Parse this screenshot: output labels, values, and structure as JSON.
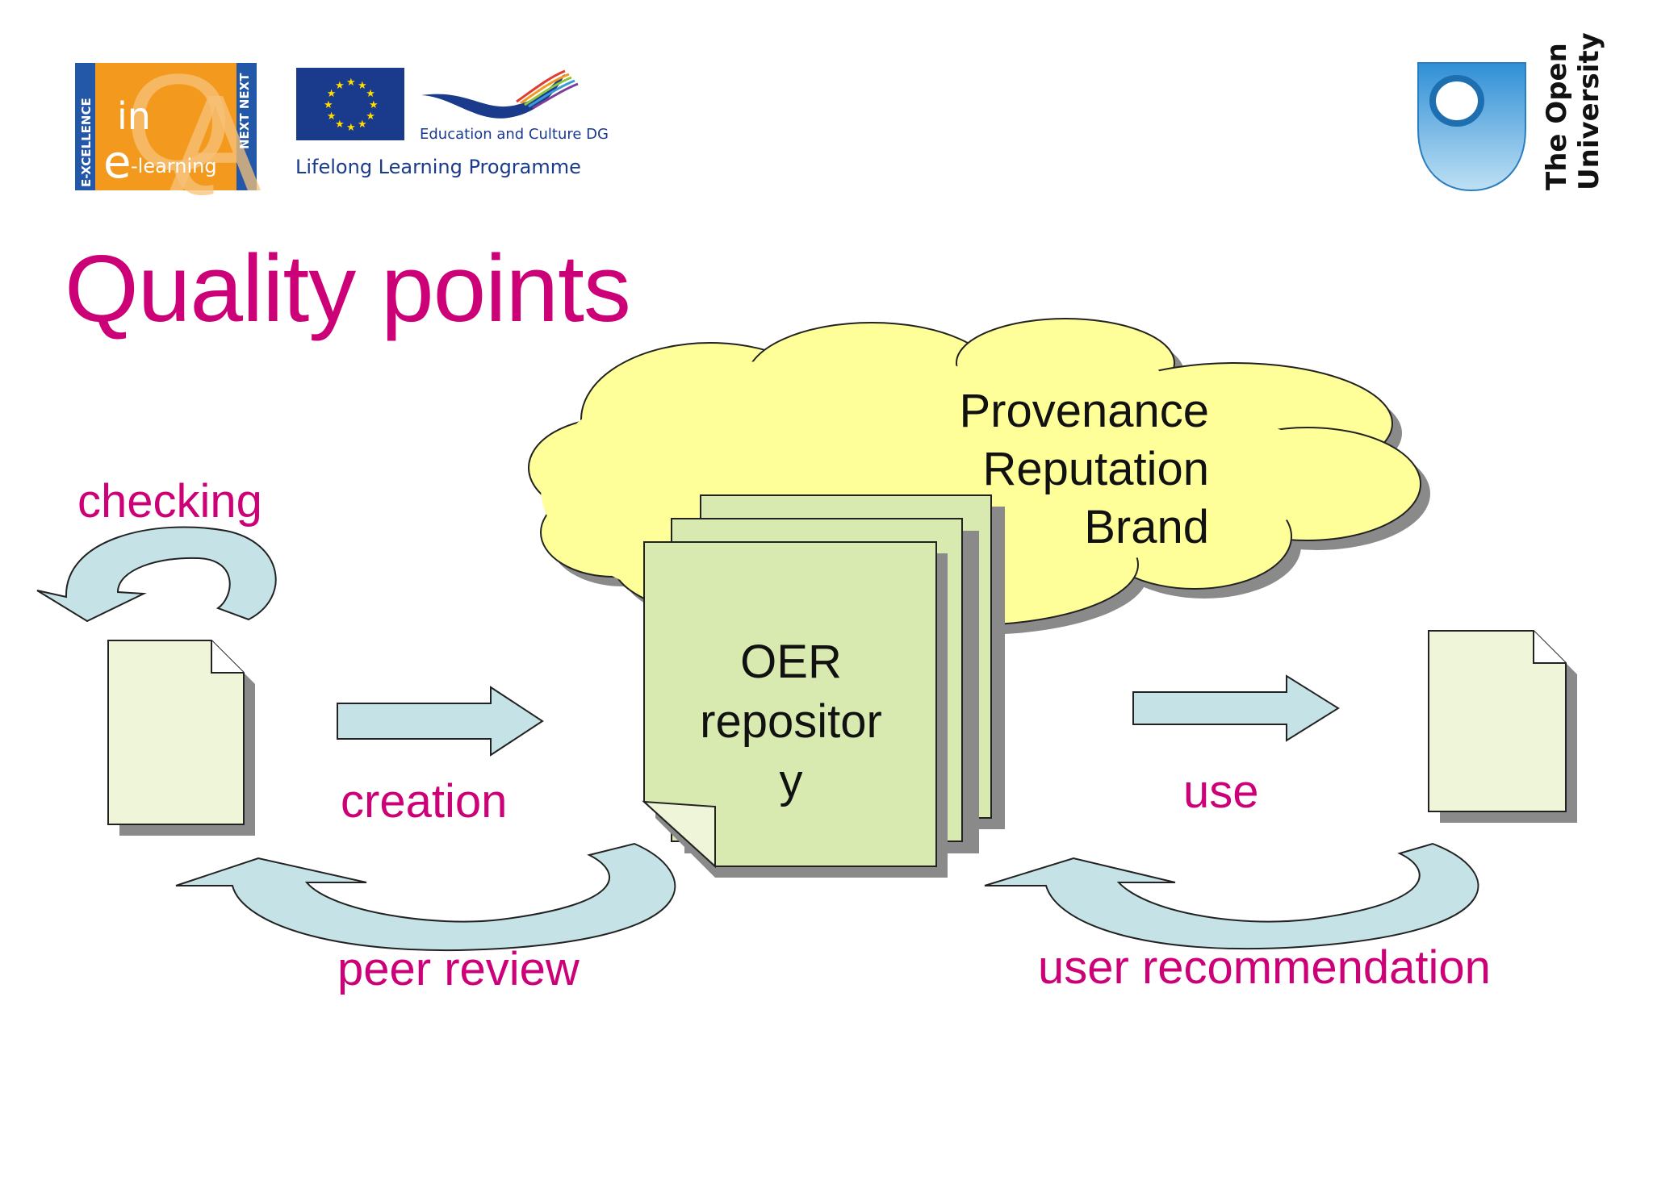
{
  "logos": {
    "qa": {
      "left_text": "E-XCELLENCE",
      "right_text": "NEXT NEXT",
      "in_text": "in",
      "e_text": "e",
      "learning_text": "-learning",
      "q_letter": "Q",
      "a_letter": "A"
    },
    "eu": {
      "education_culture": "Education and Culture DG",
      "programme": "Lifelong Learning Programme"
    },
    "ou": {
      "line1": "The Open",
      "line2": "University"
    }
  },
  "title": "Quality points",
  "diagram": {
    "cloud_lines": [
      "Provenance",
      "Reputation",
      "Brand"
    ],
    "repository_lines": [
      "OER",
      "repositor",
      "y"
    ],
    "labels": {
      "checking": "checking",
      "creation": "creation",
      "use": "use",
      "peer_review": "peer review",
      "user_recommendation": "user recommendation"
    }
  },
  "colors": {
    "title": "#cc0077",
    "arrow_fill": "#c5e3e6",
    "cloud_fill": "#ffff99",
    "document_fill": "#eef5d8",
    "repository_fill": "#d8eab0",
    "shadow": "#8a8a8a",
    "eu_blue": "#1a3a8c",
    "qa_orange": "#f39a1e",
    "ou_blue": "#3a9ad9"
  }
}
